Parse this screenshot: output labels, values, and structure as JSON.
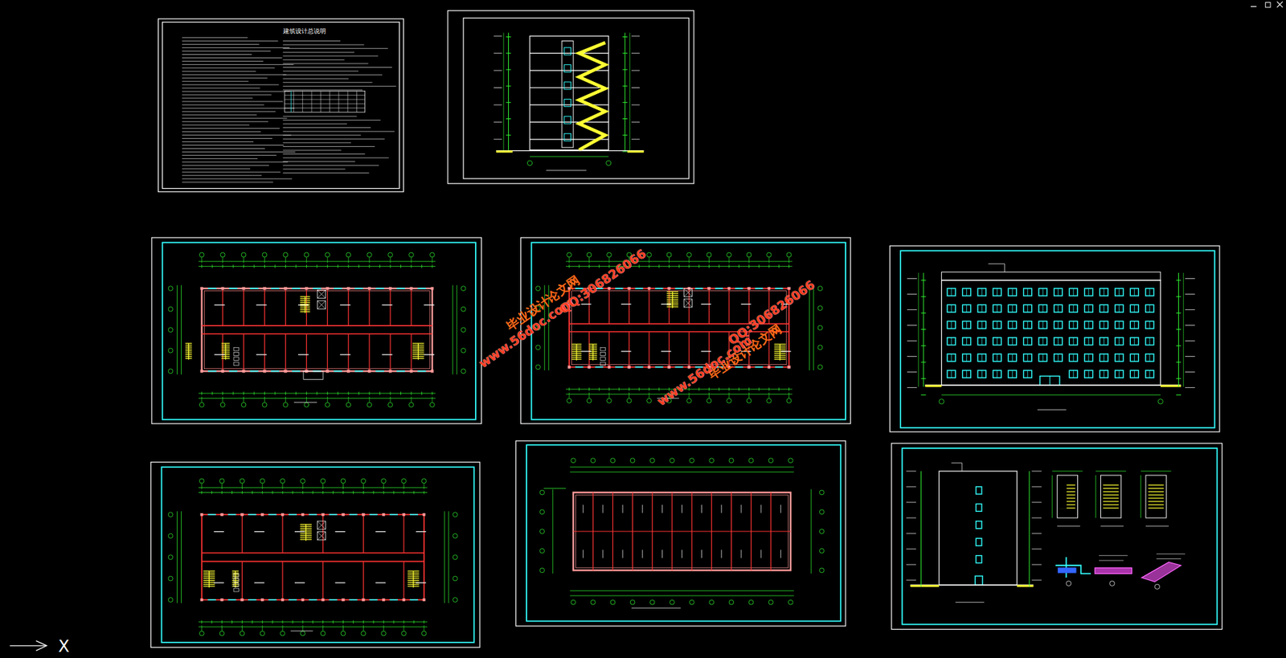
{
  "diagram": {
    "labels": [
      "建筑设计总说明",
      "毕业设计论文网",
      "www.56doc.com",
      "QQ:306826066",
      "QQ:306826066",
      "毕业设计论文网",
      "www.56doc.com",
      "X"
    ]
  }
}
